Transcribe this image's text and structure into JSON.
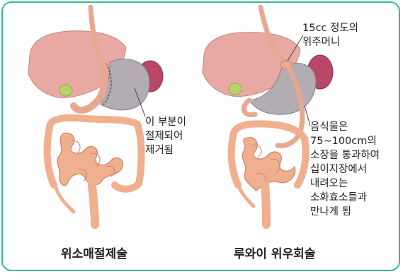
{
  "left_panel": {
    "annotation": [
      "이 부분이",
      "절제되어",
      "제거됨"
    ],
    "caption": "위소매절제술"
  },
  "right_panel": {
    "pouch_annotation": [
      "15cc 정도의",
      "위주머니"
    ],
    "flow_annotation": [
      "음식물은",
      "75~100cm의",
      "소장을 통과하여",
      "십이지장에서",
      "내려오는",
      "소화효소들과",
      "만나게 됨"
    ],
    "caption": "루와이 위우회술"
  },
  "colors": {
    "frame": "#2fbf8f",
    "liver": "#e7a9a2",
    "stomach_gray": "#b3adb3",
    "intestine": "#f0b08f",
    "intestine_edge": "#c98065",
    "esophagus": "#e6a98f",
    "gallbladder": "#b9d26a",
    "spleen": "#b94866"
  }
}
